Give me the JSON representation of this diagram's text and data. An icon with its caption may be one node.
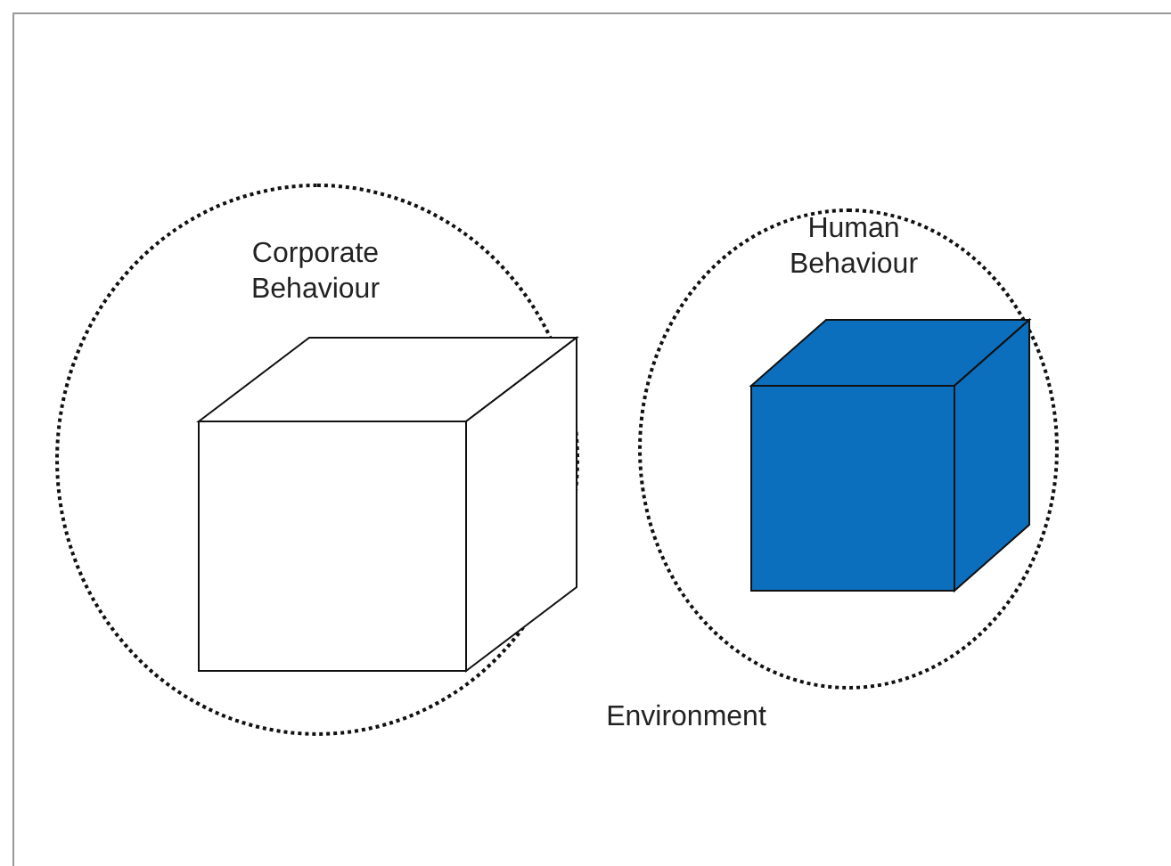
{
  "diagram": {
    "nodes": [
      {
        "text": [
          "Environment"
        ]
      },
      {
        "text": [
          "Corporate Behaviour"
        ],
        "in": 0
      },
      {
        "text": [],
        "shape": "cube",
        "in": 1
      },
      {
        "text": [
          "Human Behaviour"
        ],
        "in": 0
      },
      {
        "text": [],
        "shape": "cube",
        "in": 3
      }
    ],
    "edges": []
  }
}
